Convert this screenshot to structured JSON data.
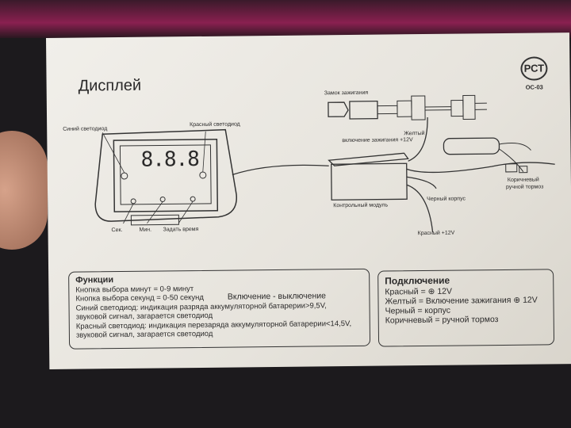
{
  "title": "Дисплей",
  "certification": {
    "logo": "РСТ",
    "code": "ОС-03"
  },
  "display": {
    "digits": "8.8.8",
    "labels": {
      "blue_led": "Синий светодиод",
      "red_led": "Красный светодиод",
      "sec": "Сек.",
      "min": "Мин.",
      "set_time": "Задать время"
    }
  },
  "wiring": {
    "ignition_lock": "Замок зажигания",
    "yellow": "Желтый",
    "yellow_desc": "включение зажигания +12V",
    "control_module": "Контрольный модуль",
    "black": "Черный корпус",
    "red": "Красный +12V",
    "brown": "Коричневый",
    "brown_desc": "ручной тормоз"
  },
  "functions": {
    "heading": "Функции",
    "lines": [
      "Кнопка выбора минут = 0-9 минут",
      "Кнопка выбора секунд = 0-50 секунд",
      "Синий светодиод: индикация разряда аккумуляторной батарерии>9,5V,",
      "звуковой сигнал, загарается  светодиод",
      "Красный светодиод: индикация перезаряда аккумуляторной батарерии<14,5V,",
      "звуковой сигнал, загарается светодиод"
    ],
    "power_note": "Включение - выключение"
  },
  "connection": {
    "heading": "Подключение",
    "lines": [
      "Красный = ⊕ 12V",
      "Желтый = Включение зажигания ⊕ 12V",
      "Черный = корпус",
      "Коричневый = ручной тормоз"
    ]
  }
}
